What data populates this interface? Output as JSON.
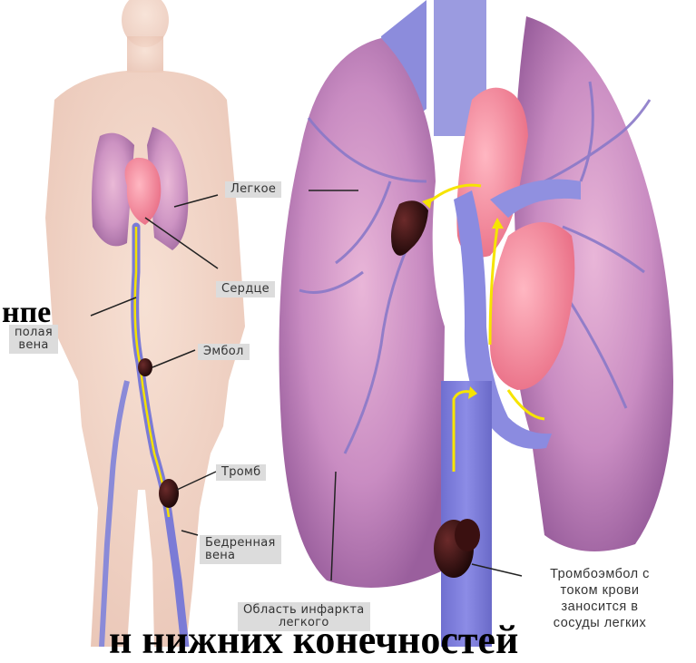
{
  "labels": {
    "lung": "Легкое",
    "heart": "Сердце",
    "vena_cava_line1": "полая",
    "vena_cava_line2": "вена",
    "embolus": "Эмбол",
    "thrombus": "Тромб",
    "femoral_line1": "Бедренная",
    "femoral_line2": "вена",
    "infarct_line1": "Область инфаркта",
    "infarct_line2": "легкого"
  },
  "caption": {
    "line1": "Тромбоэмбол с",
    "line2": "током крови",
    "line3": "заносится в",
    "line4": "сосуды легких"
  },
  "overlay_text": {
    "mid": "нпе",
    "bottom": "н нижних конечностей"
  }
}
